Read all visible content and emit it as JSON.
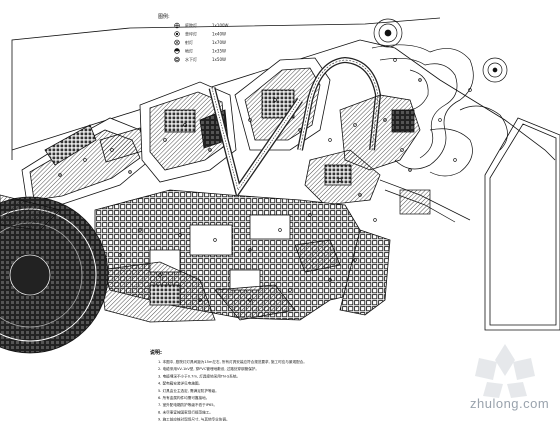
{
  "legend": {
    "title": "图例:",
    "items": [
      {
        "symbol": "circle-cross",
        "label": "庭院灯",
        "spec": "1x100W"
      },
      {
        "symbol": "circle-dot",
        "label": "草坪灯",
        "spec": "1x40W"
      },
      {
        "symbol": "circle-x",
        "label": "射灯",
        "spec": "1x70W"
      },
      {
        "symbol": "circle-half",
        "label": "地灯",
        "spec": "1x35W"
      },
      {
        "symbol": "circle-ring",
        "label": "水下灯",
        "spec": "1x50W"
      }
    ]
  },
  "notes": {
    "title": "说明:",
    "lines": [
      "1. 本图中, 庭院灯灯具间距为15m左右, 所有灯具安装应符合规范要求, 施工时应与景观配合。",
      "2. 电缆采用VV-1kV型, 穿PVC管埋地敷设, 过路处穿钢管保护。",
      "3. 电缆埋深不小于0.7m, 灯具接地采用TN-S系统。",
      "4. 配电箱安装详见电施图。",
      "5. 灯具由业主选定, 需满足防护等级。",
      "6. 所有金属构件均需可靠接地。",
      "7. 室外配电箱防护等级不低于IP65。",
      "8. 未尽事宜按国家现行规范施工。",
      "9. 施工前应核对现场尺寸, 与其他专业协调。"
    ]
  },
  "watermark": {
    "text": "zhulong.com"
  },
  "colors": {
    "line": "#1a1a1a",
    "background": "#ffffff",
    "watermark": "#9aa3ad"
  }
}
